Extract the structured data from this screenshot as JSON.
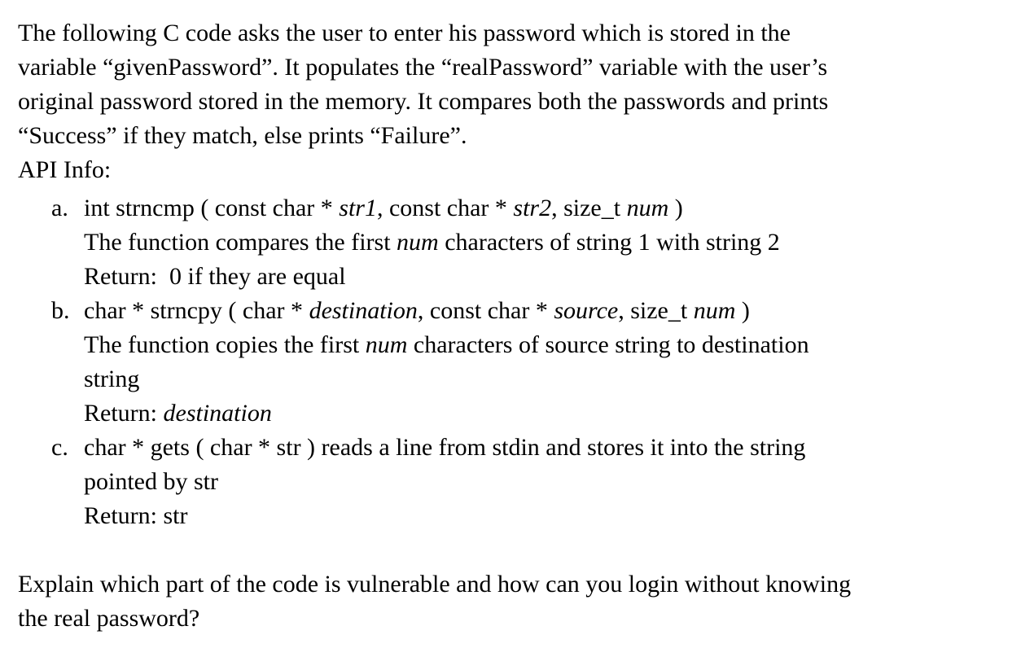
{
  "page": {
    "background_color": "#ffffff",
    "text_color": "#000000"
  },
  "document": {
    "intro_lines": [
      "The following C code asks the user to enter his password which is stored in the",
      "variable “givenPassword”. It populates the “realPassword” variable with the user’s",
      "original password stored in the memory. It compares both the passwords and prints",
      "“Success” if they match, else prints “Failure”."
    ],
    "api_heading": "API Info:",
    "api_items": [
      {
        "marker": "a.",
        "lines": [
          {
            "runs": [
              {
                "text": "int strncmp ( const char * "
              },
              {
                "text": "str1",
                "italic": true
              },
              {
                "text": ", const char * "
              },
              {
                "text": "str2",
                "italic": true
              },
              {
                "text": ", size_t "
              },
              {
                "text": "num",
                "italic": true
              },
              {
                "text": " )"
              }
            ]
          },
          {
            "runs": [
              {
                "text": "The function compares the first "
              },
              {
                "text": "num",
                "italic": true
              },
              {
                "text": " characters of string 1 with string 2"
              }
            ]
          },
          {
            "runs": [
              {
                "text": "Return:  0 if they are equal"
              }
            ]
          }
        ]
      },
      {
        "marker": "b.",
        "lines": [
          {
            "runs": [
              {
                "text": "char * strncpy ( char * "
              },
              {
                "text": "destination",
                "italic": true
              },
              {
                "text": ", const char * "
              },
              {
                "text": "source",
                "italic": true
              },
              {
                "text": ", size_t "
              },
              {
                "text": "num",
                "italic": true
              },
              {
                "text": " )"
              }
            ]
          },
          {
            "runs": [
              {
                "text": "The function copies the first "
              },
              {
                "text": "num",
                "italic": true
              },
              {
                "text": " characters of source string to destination"
              }
            ]
          },
          {
            "runs": [
              {
                "text": "string"
              }
            ]
          },
          {
            "runs": [
              {
                "text": "Return: "
              },
              {
                "text": "destination",
                "italic": true
              }
            ]
          }
        ]
      },
      {
        "marker": "c.",
        "lines": [
          {
            "runs": [
              {
                "text": "char * gets ( char * str ) reads a line from stdin and stores it into the string"
              }
            ]
          },
          {
            "runs": [
              {
                "text": "pointed by str"
              }
            ]
          },
          {
            "runs": [
              {
                "text": "Return: str"
              }
            ]
          }
        ]
      }
    ],
    "question_lines": [
      "Explain which part of the code is vulnerable and how can you login without knowing",
      "the real password?"
    ]
  }
}
